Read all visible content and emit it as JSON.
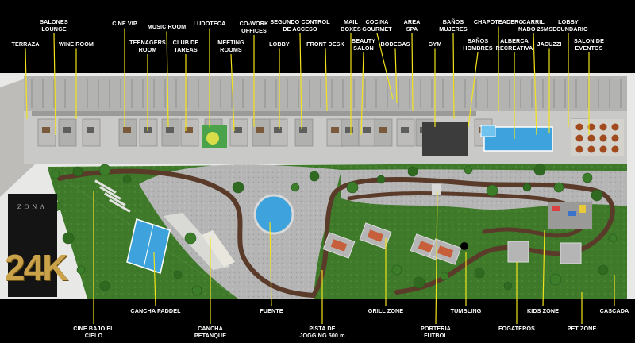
{
  "logo": {
    "word": "ZONA",
    "number": "24K"
  },
  "colors": {
    "band": "#000000",
    "building": "#c9c9c7",
    "lawn": "#3f7a2b",
    "track": "#5a3b2a",
    "paving": "#b8b8b8",
    "water": "#3ea3dd",
    "leader": "#f2e21b",
    "label": "#ffffff",
    "gold": "#c9a24a"
  },
  "top_labels": [
    {
      "text": "TERRAZA"
    },
    {
      "text": "SALONES\nLOUNGE"
    },
    {
      "text": "WINE ROOM"
    },
    {
      "text": "CINE VIP"
    },
    {
      "text": "TEENAGERS\nROOM"
    },
    {
      "text": "MUSIC ROOM"
    },
    {
      "text": "CLUB DE\nTAREAS"
    },
    {
      "text": "LUDOTECA"
    },
    {
      "text": "MEETING\nROOMS"
    },
    {
      "text": "CO-WORK\nOFFICES"
    },
    {
      "text": "LOBBY"
    },
    {
      "text": "SEGUNDO CONTROL\nDE ACCESO"
    },
    {
      "text": "FRONT DESK"
    },
    {
      "text": "MAIL\nBOXES"
    },
    {
      "text": "BEAUTY\nSALON"
    },
    {
      "text": "COCINA\nGOURMET"
    },
    {
      "text": "BODEGAS"
    },
    {
      "text": "AREA\nSPA"
    },
    {
      "text": "GYM"
    },
    {
      "text": "BAÑOS\nMUJERES"
    },
    {
      "text": "BAÑOS\nHOMBRES"
    },
    {
      "text": "CHAPOTEADERO"
    },
    {
      "text": "ALBERCA\nRECREATIVA"
    },
    {
      "text": "CARRIL\nNADO 25M"
    },
    {
      "text": "JACUZZI"
    },
    {
      "text": "LOBBY\nSECUNDARIO"
    },
    {
      "text": "SALON DE\nEVENTOS"
    }
  ],
  "bottom_labels": [
    {
      "text": "CINE BAJO EL\nCIELO"
    },
    {
      "text": "CANCHA PADDEL"
    },
    {
      "text": "CANCHA\nPETANQUE"
    },
    {
      "text": "FUENTE"
    },
    {
      "text": "PISTA DE\nJOGGING 500 m"
    },
    {
      "text": "GRILL ZONE"
    },
    {
      "text": "PORTERIA\nFUTBOL"
    },
    {
      "text": "TUMBLING"
    },
    {
      "text": "FOGATEROS"
    },
    {
      "text": "KIDS ZONE"
    },
    {
      "text": "PET ZONE"
    },
    {
      "text": "CASCADA"
    }
  ]
}
